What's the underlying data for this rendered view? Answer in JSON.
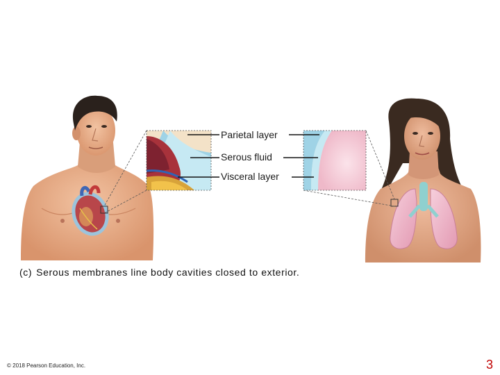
{
  "labels": {
    "parietal": "Parietal layer",
    "fluid": "Serous fluid",
    "visceral": "Visceral layer"
  },
  "caption": {
    "tag": "(c)",
    "text": "Serous membranes line body cavities closed to exterior."
  },
  "footer": {
    "copyright": "© 2018 Pearson Education, Inc.",
    "page_number": "3"
  },
  "colors": {
    "skin_male": "#e8b08c",
    "skin_female": "#e2a786",
    "hair": "#2a211c",
    "heart": "#b8464a",
    "membrane": "#7fb6d6",
    "lung": "#f0bfd0",
    "page_number": "#c00000"
  }
}
